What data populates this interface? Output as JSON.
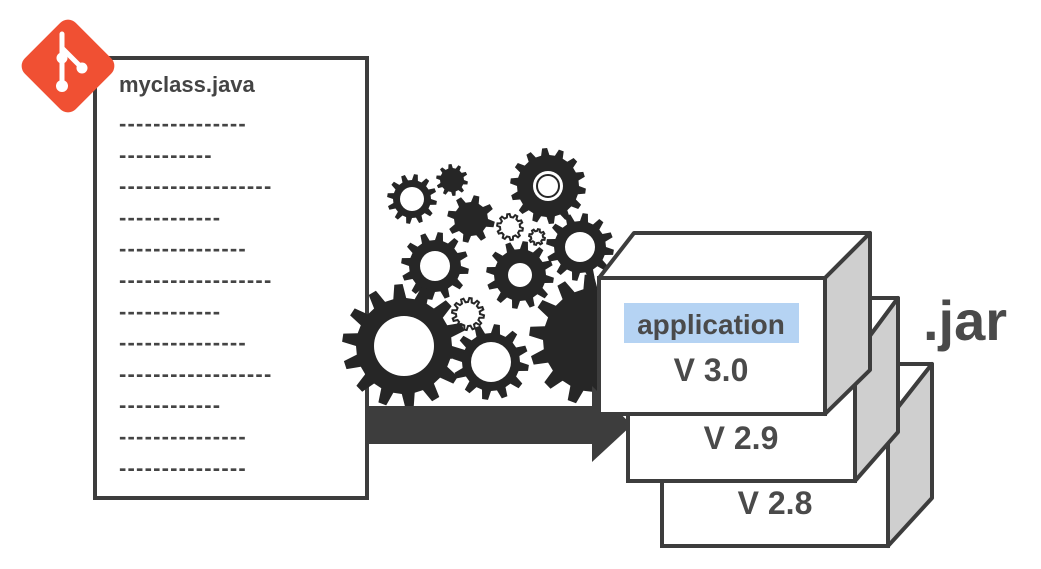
{
  "document": {
    "filename": "myclass.java",
    "code_lines": [
      "---------------",
      "-----------",
      "------------------",
      "------------",
      "---------------",
      "------------------",
      "------------",
      "---------------",
      "------------------",
      "------------",
      "---------------",
      "---------------"
    ]
  },
  "artifacts": {
    "front": {
      "name": "application",
      "version": "V 3.0"
    },
    "middle": {
      "version": "V 2.9"
    },
    "back": {
      "version": "V 2.8"
    },
    "extension": ".jar"
  },
  "colors": {
    "git_logo": "#f05033",
    "stroke": "#3d3d3d",
    "gear": "#262626",
    "arrow": "#3d3d3d",
    "box_side": "#cfcfcf",
    "highlight": "#b5d3f3",
    "text": "#4a4a4a"
  },
  "icons": {
    "logo": "git-logo-icon",
    "process": "gears-icon",
    "flow": "arrow-right-icon"
  }
}
